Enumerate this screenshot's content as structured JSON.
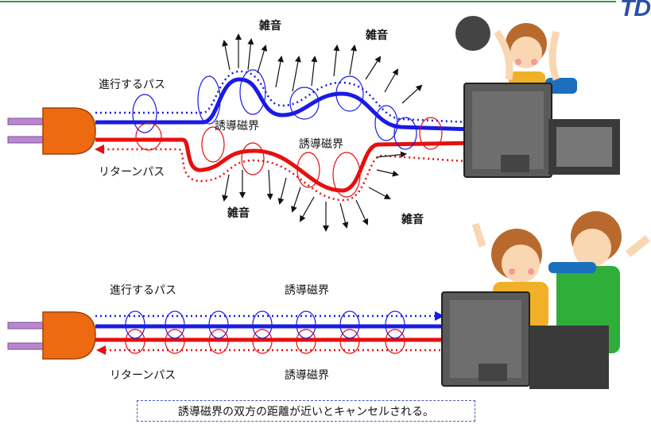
{
  "logo_text": "TD",
  "colors": {
    "forward": "#1a1ae6",
    "return": "#e60f0f",
    "plug": "#ee6a10",
    "pins": "#b987cf",
    "topline": "#2f9a3c",
    "arrow": "#111111"
  },
  "top_diagram": {
    "forward_path_label": "進行するパス",
    "return_path_label": "リターンパス",
    "induced_field_label_1": "誘導磁界",
    "induced_field_label_2": "誘導磁界",
    "noise_labels": [
      "雑音",
      "雑音",
      "雑音",
      "雑音"
    ]
  },
  "bottom_diagram": {
    "forward_path_label": "進行するパス",
    "return_path_label": "リターンパス",
    "induced_field_label_top": "誘導磁界",
    "induced_field_label_bottom": "誘導磁界"
  },
  "caption": "誘導磁界の双方の距離が近いとキャンセルされる。",
  "icons": [
    "power-plug-icon",
    "computer-monitor-icon",
    "frustrated-child-icon",
    "happy-children-icon"
  ]
}
